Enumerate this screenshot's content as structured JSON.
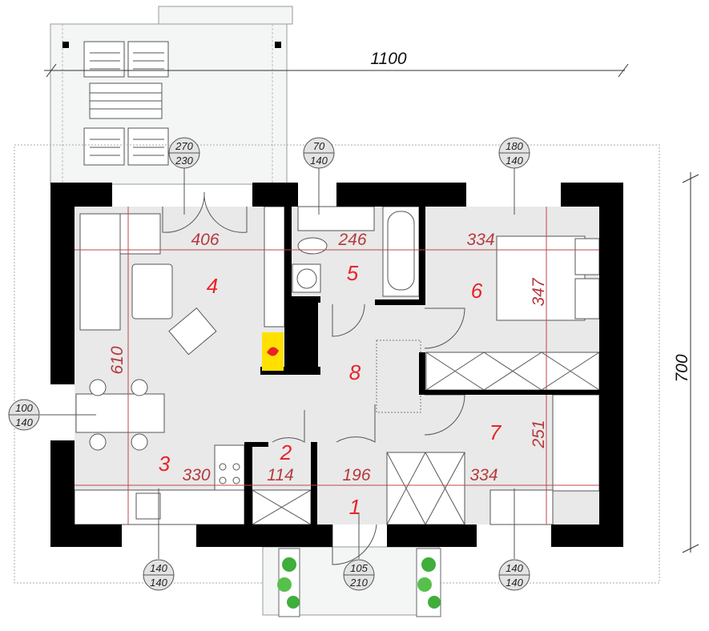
{
  "overall": {
    "width": "1100",
    "depth": "700"
  },
  "rooms": [
    {
      "id": "4",
      "label": "4"
    },
    {
      "id": "5",
      "label": "5"
    },
    {
      "id": "6",
      "label": "6"
    },
    {
      "id": "8",
      "label": "8"
    },
    {
      "id": "7",
      "label": "7"
    },
    {
      "id": "3",
      "label": "3"
    },
    {
      "id": "2",
      "label": "2"
    },
    {
      "id": "1",
      "label": "1"
    }
  ],
  "dimensions": {
    "living_width": "406",
    "bath_width": "246",
    "bedroom6_width": "334",
    "bedroom6_depth": "347",
    "living_depth": "610",
    "kitchen_width": "330",
    "room2_width": "114",
    "hall_width": "196",
    "bedroom7_width": "334",
    "bedroom7_depth": "251"
  },
  "openings": [
    {
      "top": "270",
      "bottom": "230"
    },
    {
      "top": "70",
      "bottom": "140"
    },
    {
      "top": "180",
      "bottom": "140"
    },
    {
      "top": "100",
      "bottom": "140"
    },
    {
      "top": "140",
      "bottom": "140"
    },
    {
      "top": "105",
      "bottom": "210"
    },
    {
      "top": "140",
      "bottom": "140"
    }
  ],
  "colors": {
    "walls": "#000000",
    "floor": "#e9e9e9",
    "labels": "#e8232a",
    "dimensions": "#b5393d",
    "fireplace": "#ffe000"
  }
}
